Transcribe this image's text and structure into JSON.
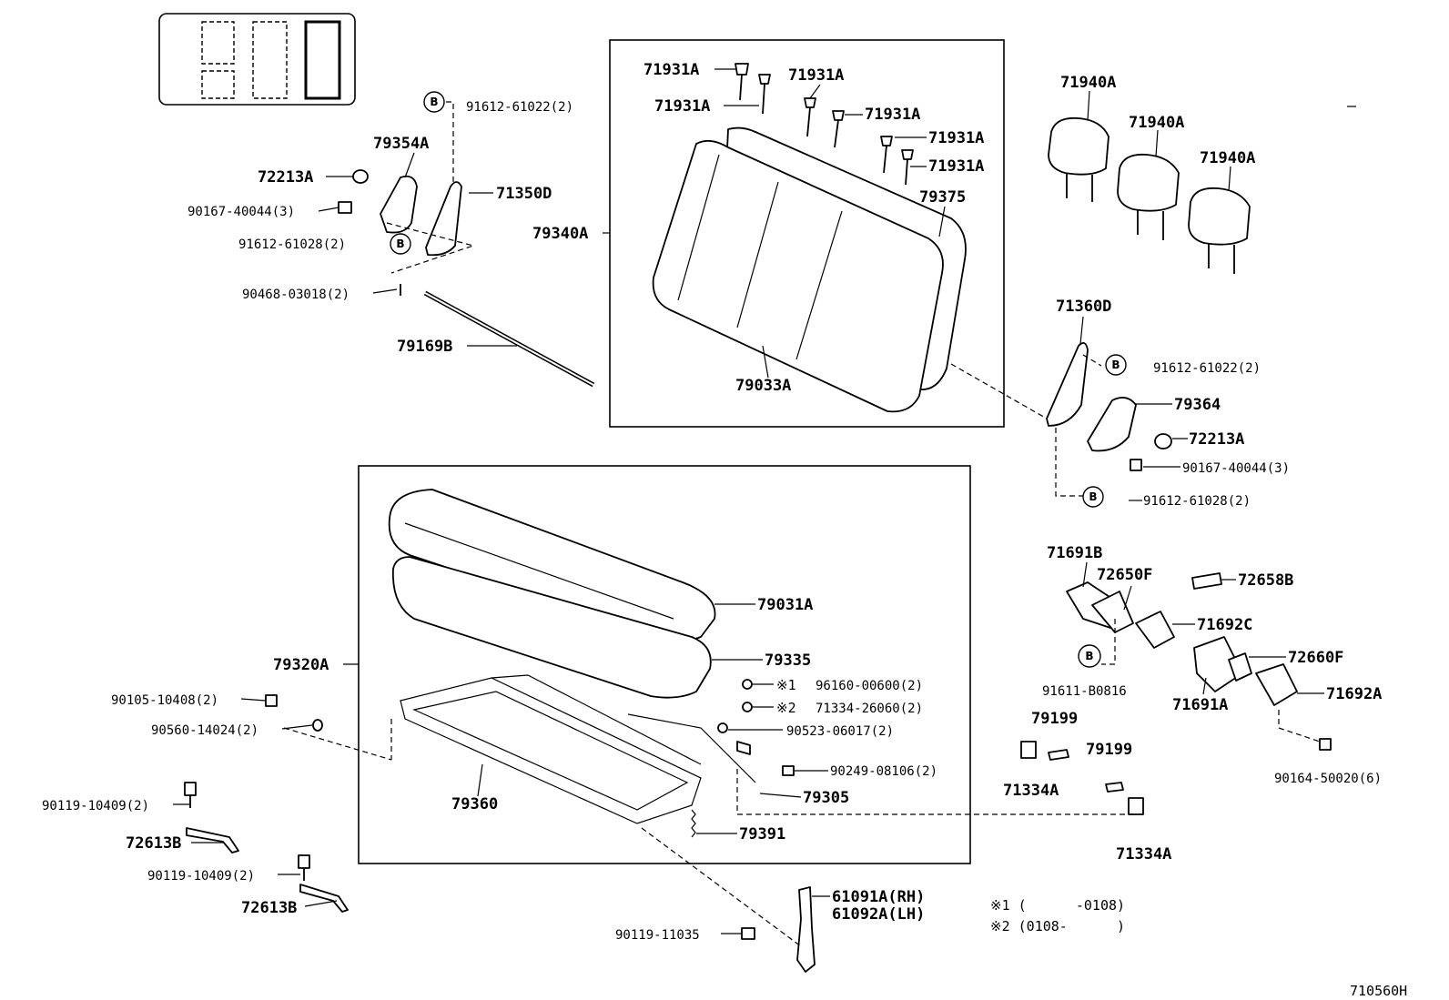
{
  "legend_marker": "B",
  "labels": {
    "p91612_61022_top": "91612-61022(2)",
    "p79354A": "79354A",
    "p71350D": "71350D",
    "p72213A_left": "72213A",
    "p90167_40044_left": "90167-40044(3)",
    "p91612_61028_left": "91612-61028(2)",
    "p90468_03018": "90468-03018(2)",
    "p79169B": "79169B",
    "p71931A_1": "71931A",
    "p71931A_2": "71931A",
    "p71931A_3": "71931A",
    "p71931A_4": "71931A",
    "p71931A_5": "71931A",
    "p71931A_6": "71931A",
    "p79375": "79375",
    "p79340A": "79340A",
    "p79033A": "79033A",
    "p71940A_1": "71940A",
    "p71940A_2": "71940A",
    "p71940A_3": "71940A",
    "p71360D": "71360D",
    "p91612_61022_right": "91612-61022(2)",
    "p79364": "79364",
    "p72213A_right": "72213A",
    "p90167_40044_right": "90167-40044(3)",
    "p91612_61028_right": "91612-61028(2)",
    "p71691B": "71691B",
    "p72650F": "72650F",
    "p72658B": "72658B",
    "p71692C": "71692C",
    "p72660F": "72660F",
    "p91611_B0816": "91611-B0816",
    "p71691A": "71691A",
    "p71692A": "71692A",
    "p90164_50020": "90164-50020(6)",
    "p79199_1": "79199",
    "p79199_2": "79199",
    "p71334A_1": "71334A",
    "p71334A_2": "71334A",
    "p79031A": "79031A",
    "p79335": "79335",
    "p79320A": "79320A",
    "p96160_00600": "96160-00600(2)",
    "p71334_26060": "71334-26060(2)",
    "p90523_06017": "90523-06017(2)",
    "p90249_08106": "90249-08106(2)",
    "p79305": "79305",
    "p79360": "79360",
    "p79391": "79391",
    "p90105_10408": "90105-10408(2)",
    "p90560_14024": "90560-14024(2)",
    "p90119_10409_1": "90119-10409(2)",
    "p72613B_1": "72613B",
    "p90119_10409_2": "90119-10409(2)",
    "p72613B_2": "72613B",
    "p61091A": "61091A(RH)",
    "p61092A": "61092A(LH)",
    "p90119_11035": "90119-11035"
  },
  "notes": {
    "mark1": "※1",
    "mark2": "※2",
    "note1": "※1 (      -0108)",
    "note2": "※2 (0108-      )"
  },
  "footer_code": "710560H"
}
